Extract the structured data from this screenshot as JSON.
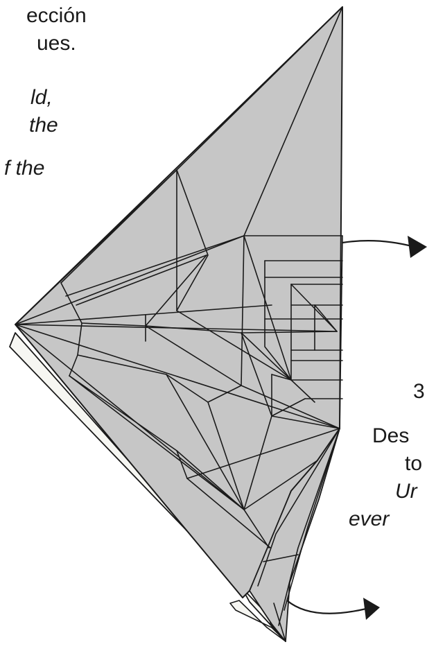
{
  "left_caption": {
    "spanish_lines": [
      "ección",
      "ues."
    ],
    "english_lines": [
      "ld,",
      "the",
      "f the"
    ]
  },
  "right_caption": {
    "number": "3",
    "spanish_lines": [
      "Des",
      "to"
    ],
    "english_lines": [
      "Ur",
      "ever"
    ]
  },
  "colors": {
    "paper_fill": "#c6c6c6",
    "paper_back": "#f6f6f2",
    "line": "#1a1a1a",
    "background": "#ffffff"
  },
  "icons": [
    "arrow-right-icon",
    "arrow-right-icon"
  ]
}
